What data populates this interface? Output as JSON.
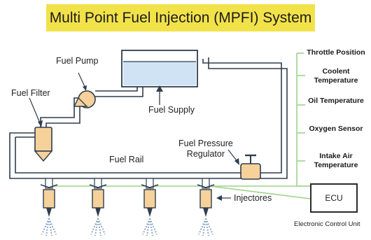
{
  "title": "Multi Point Fuel Injection (MPFI) System",
  "labels": {
    "fuel_pump": "Fuel Pump",
    "fuel_filter": "Fuel Filter",
    "fuel_supply": "Fuel Supply",
    "fuel_pressure_regulator": "Fuel Pressure\nRegulator",
    "fuel_rail": "Fuel Rail",
    "injectors": "Injectores"
  },
  "sensors": [
    "Throttle Position",
    "Coolent Temperature",
    "Oil Temperature",
    "Oxygen Sensor",
    "Intake Air Temperature"
  ],
  "ecu": {
    "label": "ECU",
    "caption": "Electronic Control Unit"
  },
  "colors": {
    "title_bg": "#f2e24a",
    "pipe": "#2e3d4f",
    "fuel_tank_fill": "#cfe3f4",
    "component_fill": "#f6d29a",
    "wire": "#9dd38c",
    "spray": "#8fa8c8"
  }
}
